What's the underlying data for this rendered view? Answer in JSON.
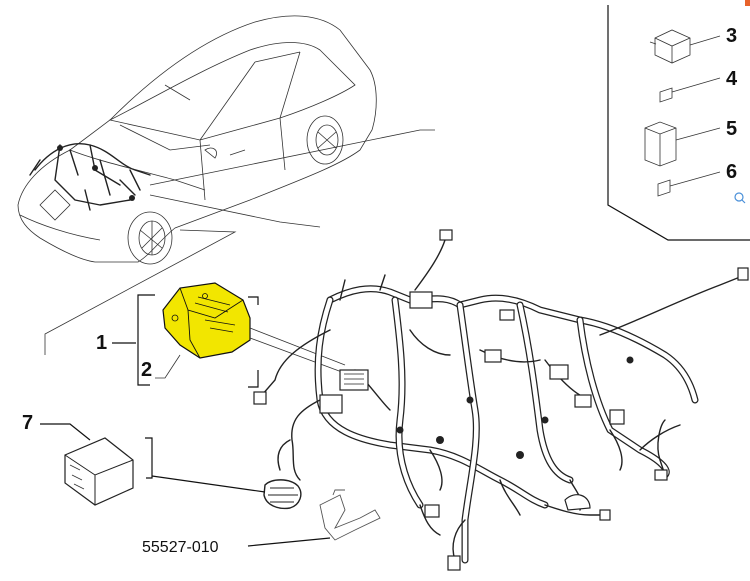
{
  "callouts": [
    {
      "id": "1",
      "label": "1"
    },
    {
      "id": "2",
      "label": "2"
    },
    {
      "id": "3",
      "label": "3"
    },
    {
      "id": "4",
      "label": "4"
    },
    {
      "id": "5",
      "label": "5"
    },
    {
      "id": "6",
      "label": "6"
    },
    {
      "id": "7",
      "label": "7"
    }
  ],
  "part_code": "55527-010",
  "colors": {
    "highlight": "#f2e600",
    "line": "#111111",
    "badge": "#e8632b"
  },
  "icons": [
    "zoom-icon"
  ]
}
